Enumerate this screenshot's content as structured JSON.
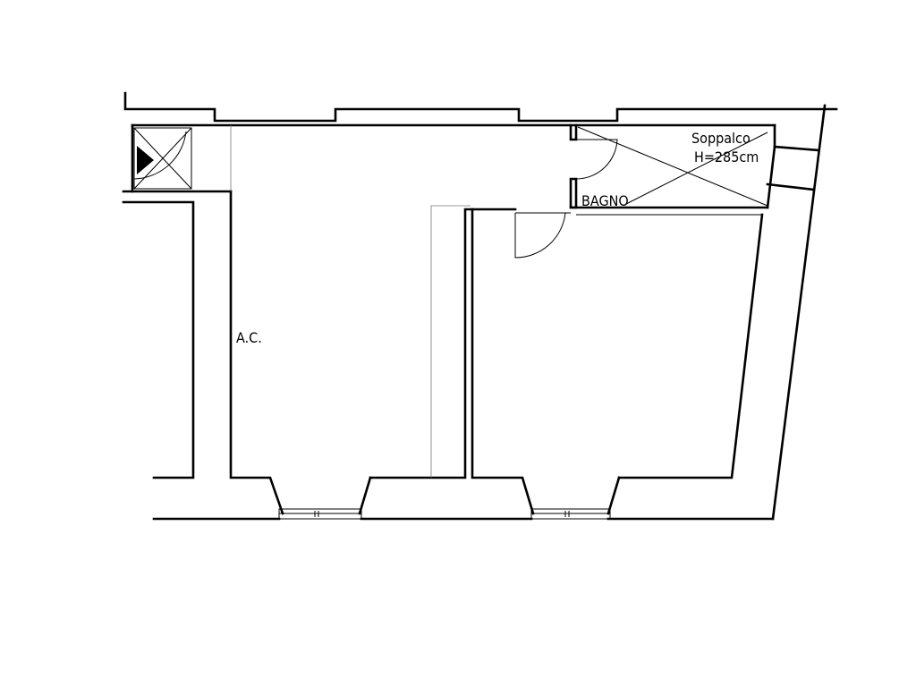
{
  "labels": {
    "ac": "A.C.",
    "loft_name": "Soppalco",
    "loft_height": "H=285cm",
    "bathroom": "BAGNO"
  }
}
